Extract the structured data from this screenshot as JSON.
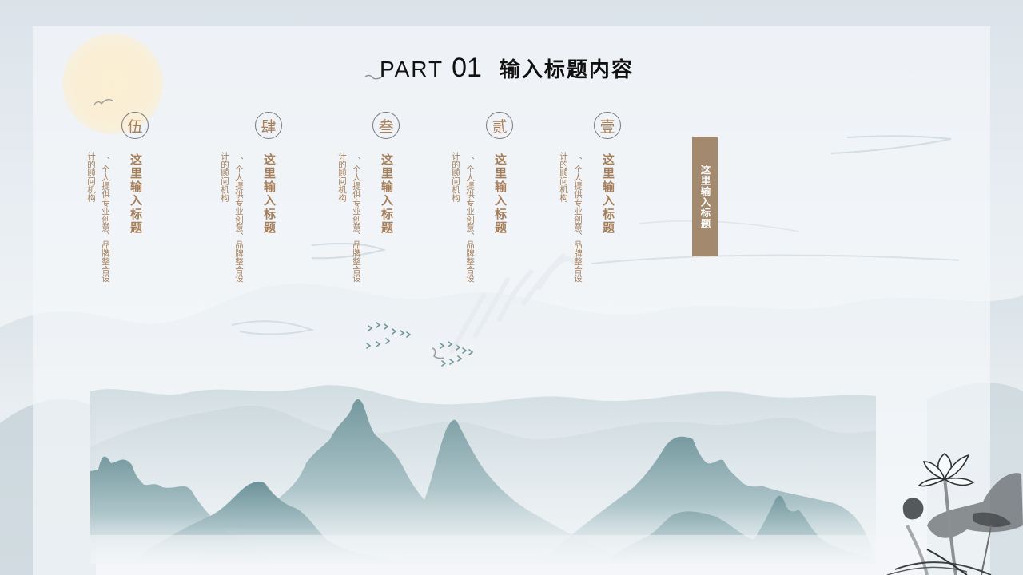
{
  "slide": {
    "title": {
      "part_label": "PART",
      "part_number": "01",
      "heading": "输入标题内容"
    },
    "items": [
      {
        "numeral": "伍",
        "heading": "这里输入标题",
        "body_line1": "、个人提供专业创意、品牌整合设",
        "body_line2": "计的顾问机构"
      },
      {
        "numeral": "肆",
        "heading": "这里输入标题",
        "body_line1": "、个人提供专业创意、品牌整合设",
        "body_line2": "计的顾问机构"
      },
      {
        "numeral": "叁",
        "heading": "这里输入标题",
        "body_line1": "、个人提供专业创意、品牌整合设",
        "body_line2": "计的顾问机构"
      },
      {
        "numeral": "贰",
        "heading": "这里输入标题",
        "body_line1": "、个人提供专业创意、品牌整合设",
        "body_line2": "计的顾问机构"
      },
      {
        "numeral": "壹",
        "heading": "这里输入标题",
        "body_line1": "、个人提供专业创意、品牌整合设",
        "body_line2": "计的顾问机构"
      }
    ],
    "side_tab": {
      "label": "这里输入标题"
    },
    "colors": {
      "accent_brown": "#a38a6f",
      "text_brown": "#a57f5c",
      "mountain_teal": "#6f959a",
      "sun": "#faefd6"
    }
  }
}
